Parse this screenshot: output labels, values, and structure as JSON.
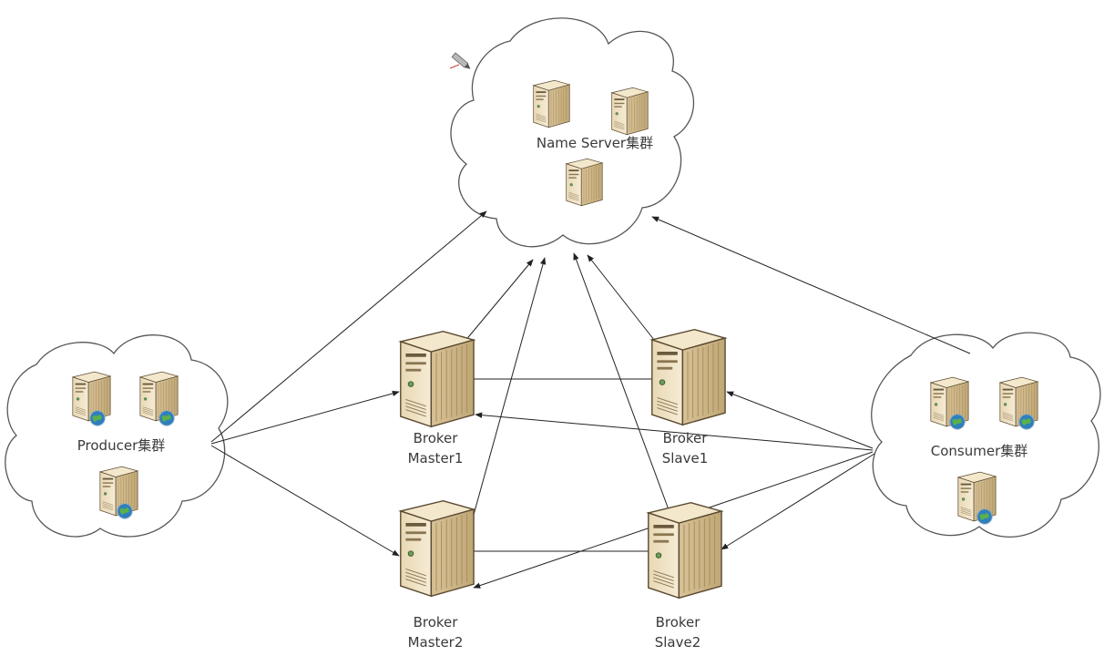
{
  "clouds": {
    "name_server": {
      "label": "Name Server集群"
    },
    "producer": {
      "label": "Producer集群"
    },
    "consumer": {
      "label": "Consumer集群"
    }
  },
  "brokers": {
    "master1": {
      "line1": "Broker",
      "line2": "Master1"
    },
    "slave1": {
      "line1": "Broker",
      "line2": "Slave1"
    },
    "master2": {
      "line1": "Broker",
      "line2": "Master2"
    },
    "slave2": {
      "line1": "Broker",
      "line2": "Slave2"
    }
  },
  "colors": {
    "server_body": "#efe2c6",
    "server_side": "#d9c39a",
    "server_stroke": "#5a4a30",
    "cloud_stroke": "#555555",
    "arrow": "#222222",
    "globe": "#2f7fbf"
  }
}
